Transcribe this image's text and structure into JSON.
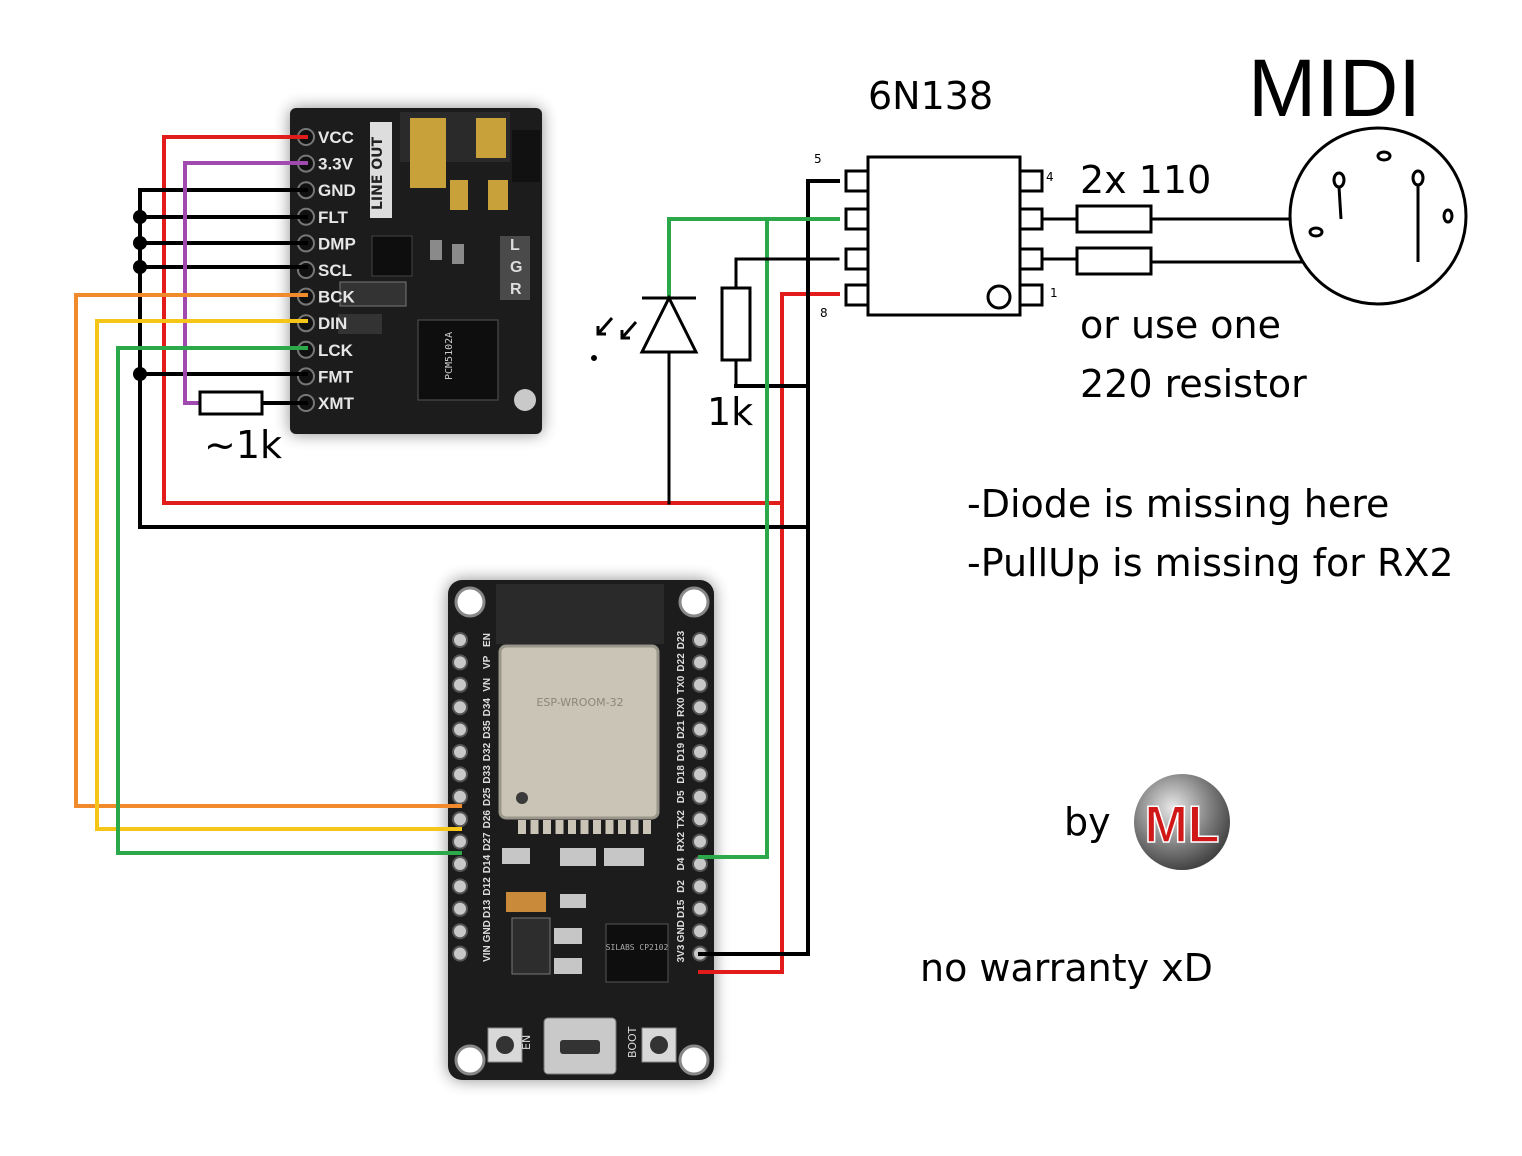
{
  "diagram": {
    "title_midi": "MIDI",
    "chip_name": "6N138",
    "resistor_pair_label": "2x 110",
    "alt_note_line1": "or use one",
    "alt_note_line2": "220 resistor",
    "pullup_resistor_label": "1k",
    "xmt_resistor_label": "~1k",
    "warning_line1": "-Diode is missing here",
    "warning_line2": "-PullUp is missing for RX2",
    "credit_prefix": "by",
    "credit_logo_text": "ML",
    "disclaimer": "no warranty xD",
    "chip_pin_numbers": {
      "p5": "5",
      "p8": "8",
      "p4": "4",
      "p1": "1"
    },
    "dac_board": {
      "pins": [
        "VCC",
        "3.3V",
        "GND",
        "FLT",
        "DMP",
        "SCL",
        "BCK",
        "DIN",
        "LCK",
        "FMT",
        "XMT"
      ],
      "jack_label": "LINE OUT",
      "channel_labels": [
        "L",
        "G",
        "R"
      ],
      "chip_text": "PCM5102A"
    },
    "esp32_board": {
      "left_pins": [
        "EN",
        "VP",
        "VN",
        "D34",
        "D35",
        "D32",
        "D33",
        "D25",
        "D26",
        "D27",
        "D14",
        "D12",
        "D13",
        "GND",
        "VIN"
      ],
      "right_pins": [
        "D23",
        "D22",
        "TX0",
        "RX0",
        "D21",
        "D19",
        "D18",
        "D5",
        "TX2",
        "RX2",
        "D4",
        "D2",
        "D15",
        "GND",
        "3V3"
      ],
      "module_text": "ESP-WROOM-32",
      "button_labels": [
        "EN",
        "BOOT"
      ],
      "usb_chip_text": "SILABS CP2102"
    },
    "colors": {
      "wire_red": "#e21b1b",
      "wire_black": "#000000",
      "wire_purple": "#a04ab0",
      "wire_orange": "#f08a2a",
      "wire_yellow": "#f5c518",
      "wire_green": "#2aa84a",
      "board_dark": "#1c1c1c"
    }
  }
}
